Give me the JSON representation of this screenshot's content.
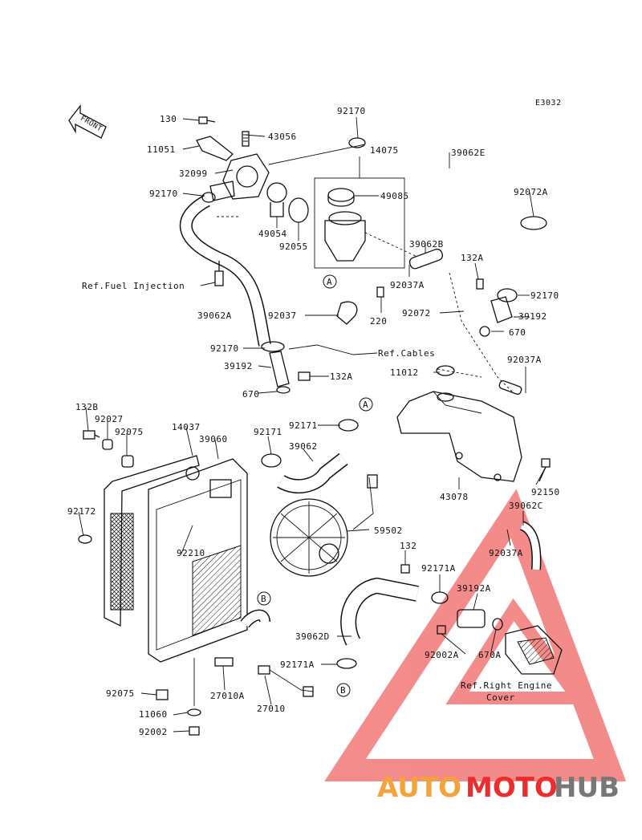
{
  "diagram": {
    "code": "E3032",
    "front_label": "FRONT",
    "labels": {
      "l130": "130",
      "l11051": "11051",
      "l32099": "32099",
      "l92170a": "92170",
      "l43056": "43056",
      "l92170b": "92170",
      "l14075": "14075",
      "l39062E": "39062E",
      "l49085": "49085",
      "l92072A": "92072A",
      "l49054": "49054",
      "l92055": "92055",
      "l39062B": "39062B",
      "l132A_top": "132A",
      "lRefFuel": "Ref.Fuel Injection",
      "l92037A_a": "92037A",
      "l92170c": "92170",
      "l39062A": "39062A",
      "l92037": "92037",
      "l92072": "92072",
      "l39192_r": "39192",
      "l220": "220",
      "l670_r": "670",
      "l92170d": "92170",
      "lRefCables": "Ref.Cables",
      "l39192_l": "39192",
      "l132A_mid": "132A",
      "l92037A_b": "92037A",
      "l11012": "11012",
      "l670_l": "670",
      "l132B": "132B",
      "l92027": "92027",
      "l14037": "14037",
      "l92075a": "92075",
      "l39060": "39060",
      "l92171a": "92171",
      "l92171b": "92171",
      "l39062": "39062",
      "l92172": "92172",
      "l43078": "43078",
      "l92150": "92150",
      "l39062C": "39062C",
      "l59502": "59502",
      "l92210": "92210",
      "l92037A_c": "92037A",
      "l132": "132",
      "l92171A": "92171A",
      "l39192A": "39192A",
      "l39062D": "39062D",
      "l92002A": "92002A",
      "l670A": "670A",
      "l92171A_b": "92171A",
      "lRefRight1": "Ref.Right Engine",
      "lRefRight2": "Cover",
      "l92075b": "92075",
      "l27010A": "27010A",
      "l27010": "27010",
      "l11060": "11060",
      "l92002": "92002"
    },
    "callouts": {
      "A_top": "A",
      "A_right": "A",
      "B_left": "B",
      "B_bottom": "B"
    }
  },
  "watermark": {
    "part1": "AUTO",
    "part2": "MOTO",
    "part3": "HUB",
    "colors": {
      "auto": "#f3a33a",
      "moto": "#ec2d2d",
      "hub": "#777777",
      "triangle": "#ec2d2d"
    }
  }
}
